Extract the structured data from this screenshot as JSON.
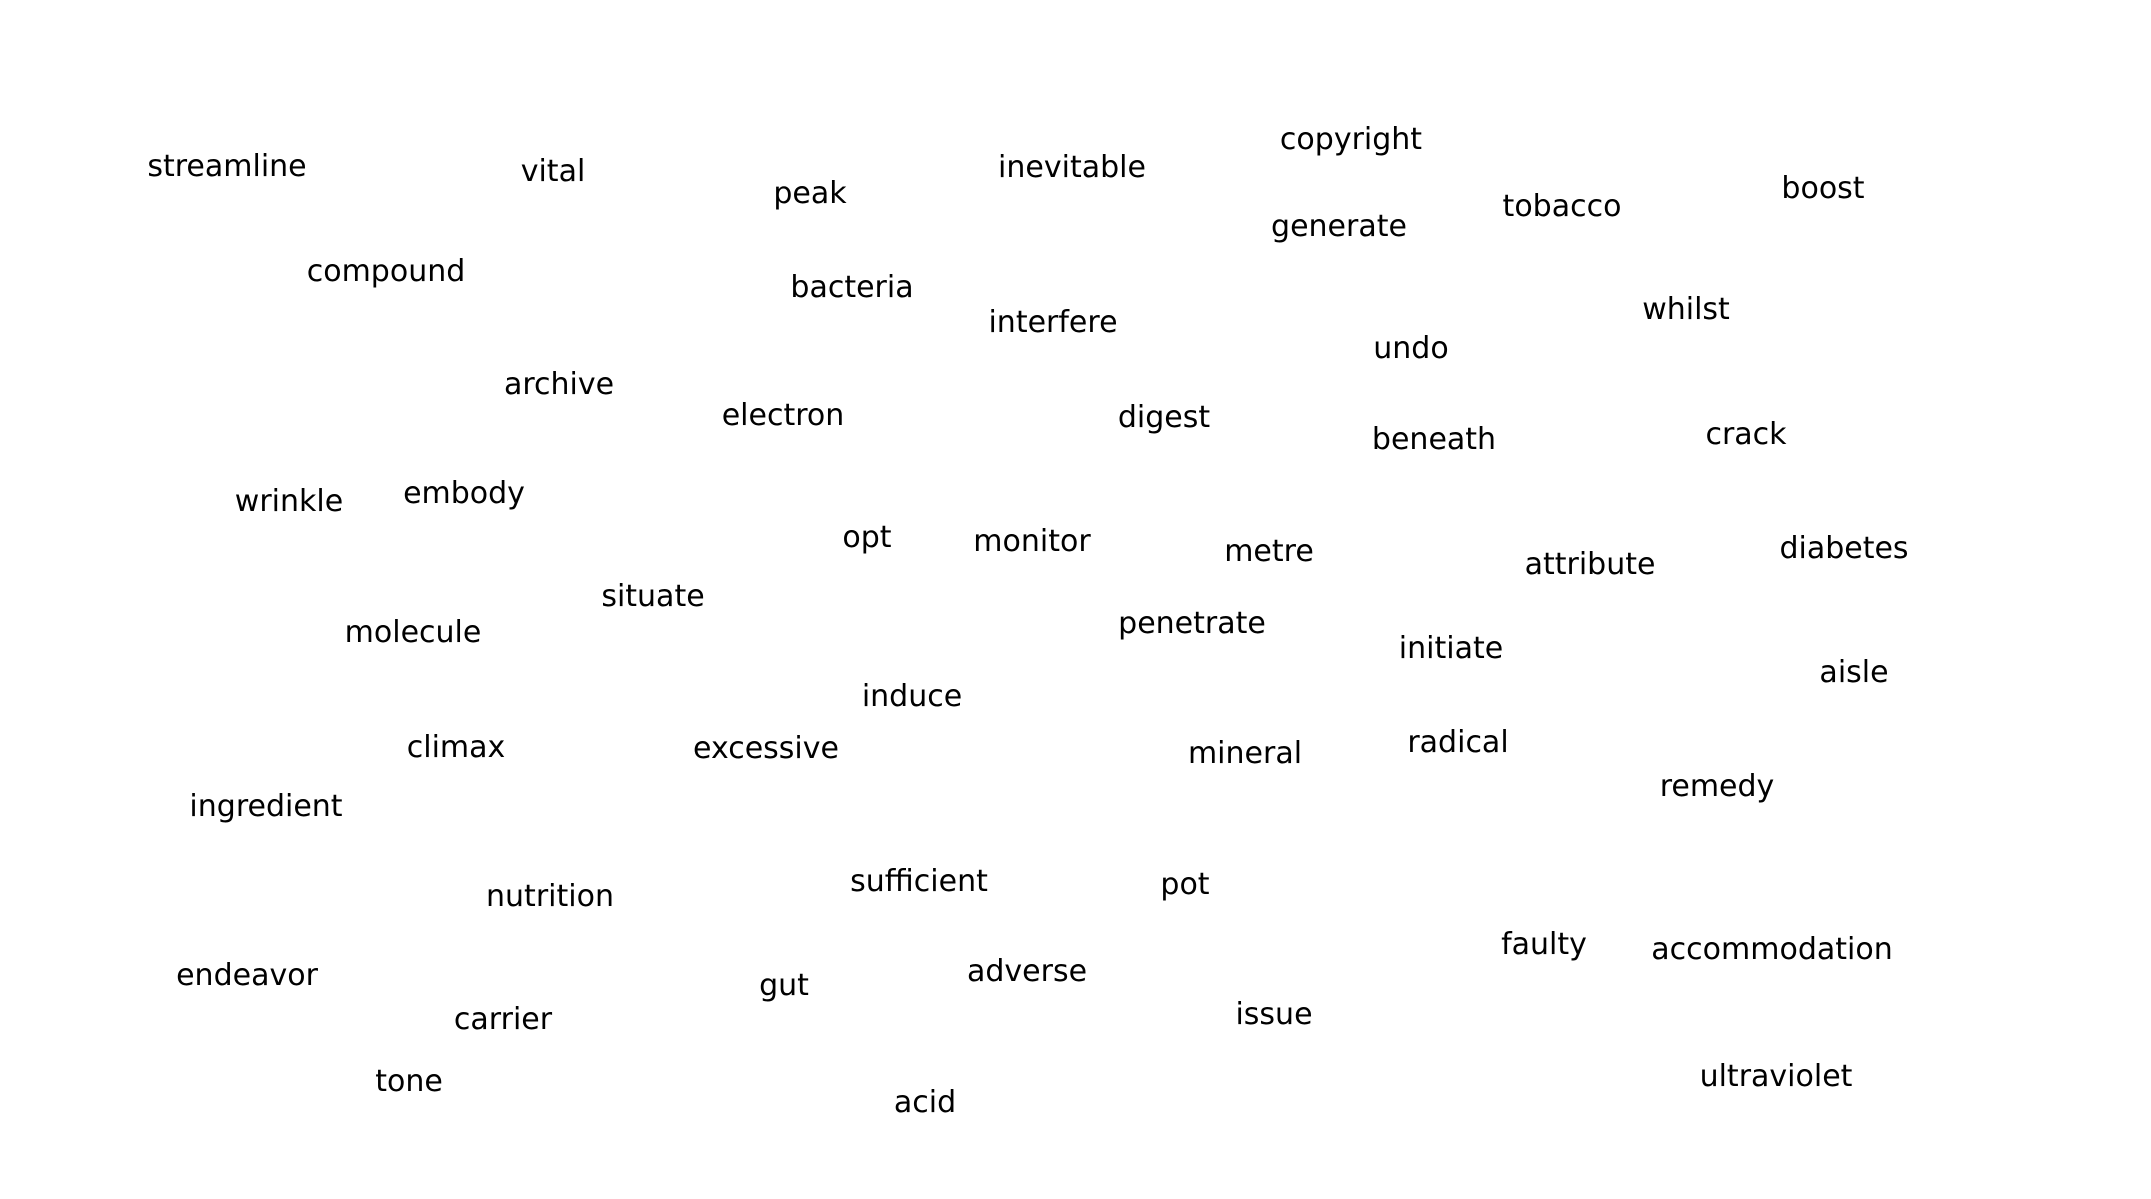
{
  "words": [
    "streamline",
    "vital",
    "peak",
    "inevitable",
    "copyright",
    "boost",
    "tobacco",
    "generate",
    "compound",
    "bacteria",
    "interfere",
    "whilst",
    "undo",
    "archive",
    "electron",
    "digest",
    "beneath",
    "crack",
    "wrinkle",
    "embody",
    "opt",
    "monitor",
    "metre",
    "attribute",
    "diabetes",
    "situate",
    "molecule",
    "penetrate",
    "initiate",
    "aisle",
    "induce",
    "climax",
    "excessive",
    "mineral",
    "radical",
    "ingredient",
    "remedy",
    "sufficient",
    "pot",
    "nutrition",
    "faulty",
    "accommodation",
    "endeavor",
    "adverse",
    "gut",
    "carrier",
    "issue",
    "tone",
    "ultraviolet",
    "acid"
  ],
  "text_color": "#000000",
  "background_color": "#ffffff"
}
